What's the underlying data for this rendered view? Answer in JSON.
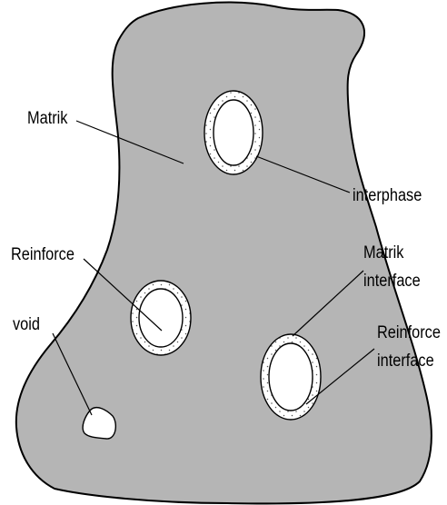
{
  "labels": {
    "matrik": "Matrik",
    "interphase": "interphase",
    "reinforce": "Reinforce",
    "matrik_interface_1": "Matrik",
    "matrik_interface_2": "interface",
    "void": "void",
    "reinforce_interface_1": "Reinforce",
    "reinforce_interface_2": "interface"
  },
  "colors": {
    "matrix_fill": "#b5b5b5",
    "outline": "#000000",
    "interphase_fill": "#ffffff",
    "dot": "#555555"
  }
}
